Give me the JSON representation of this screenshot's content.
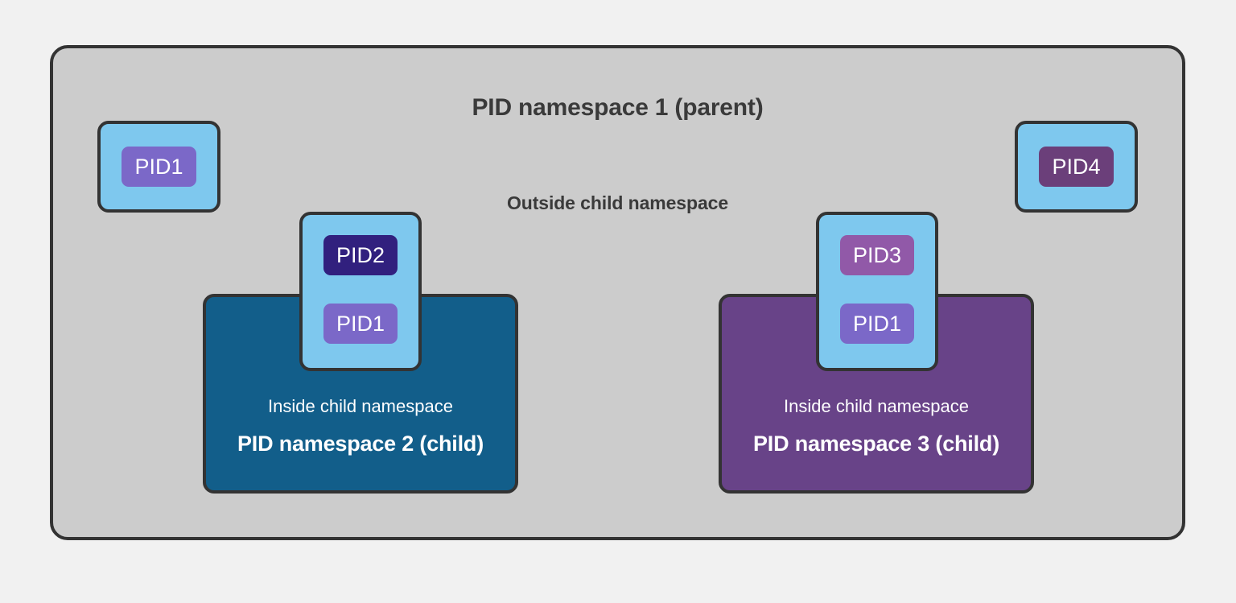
{
  "diagram": {
    "title": "PID namespace 1 (parent)",
    "subtitle": "Outside child namespace",
    "background_color": "#f1f1f1",
    "parent_namespace": {
      "label": "PID namespace 1 (parent)",
      "fill_color": "#cccccc",
      "border_color": "#333333"
    },
    "parent_processes": [
      {
        "name": "card-pid1-parent",
        "badge_label": "PID1",
        "badge_color": "#7b68c8",
        "card_color": "#7ec8ee"
      },
      {
        "name": "card-pid4-parent",
        "badge_label": "PID4",
        "badge_color": "#6b3f7a",
        "card_color": "#7ec8ee"
      }
    ],
    "child_namespaces": [
      {
        "name": "child-ns-2",
        "inside_label": "Inside child namespace",
        "title": "PID namespace 2 (child)",
        "fill_color": "#125e8a",
        "border_color": "#333333",
        "processes": [
          {
            "badge_label": "PID2",
            "badge_color": "#31207e"
          },
          {
            "badge_label": "PID1",
            "badge_color": "#7b68c8"
          }
        ]
      },
      {
        "name": "child-ns-3",
        "inside_label": "Inside child namespace",
        "title": "PID namespace 3 (child)",
        "fill_color": "#684388",
        "border_color": "#333333",
        "processes": [
          {
            "badge_label": "PID3",
            "badge_color": "#9159a8"
          },
          {
            "badge_label": "PID1",
            "badge_color": "#7b68c8"
          }
        ]
      }
    ]
  }
}
